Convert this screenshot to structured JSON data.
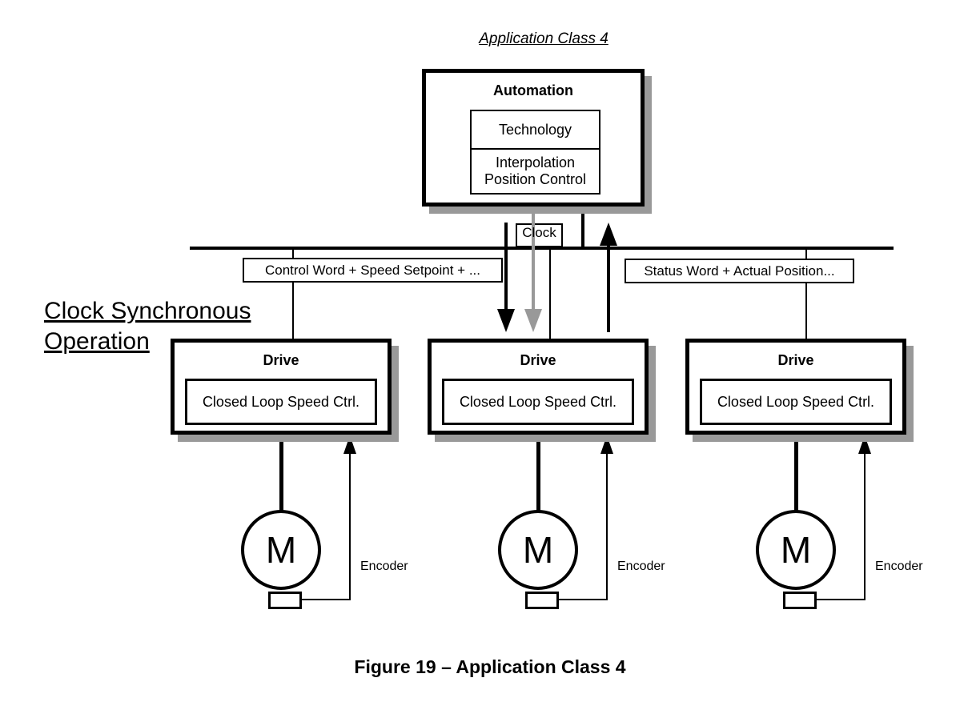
{
  "figure": {
    "title": "Application Class 4",
    "caption": "Figure 19 – Application Class 4",
    "side_note": {
      "line1": "Clock Synchronous",
      "line2": "Operation"
    }
  },
  "automation": {
    "label": "Automation",
    "technology_label": "Technology",
    "interpolation_label": "Interpolation Position Control"
  },
  "bus": {
    "clock_label": "Clock",
    "control_label": "Control Word + Speed Setpoint + ...",
    "status_label": "Status Word + Actual Position..."
  },
  "drives": [
    {
      "label": "Drive",
      "inner_label": "Closed Loop Speed Ctrl.",
      "motor_label": "M",
      "encoder_label": "Encoder"
    },
    {
      "label": "Drive",
      "inner_label": "Closed Loop Speed Ctrl.",
      "motor_label": "M",
      "encoder_label": "Encoder"
    },
    {
      "label": "Drive",
      "inner_label": "Closed Loop Speed Ctrl.",
      "motor_label": "M",
      "encoder_label": "Encoder"
    }
  ],
  "colors": {
    "line": "#000000",
    "shadow": "#999999",
    "gray_arrow": "#999999",
    "background": "#ffffff"
  }
}
